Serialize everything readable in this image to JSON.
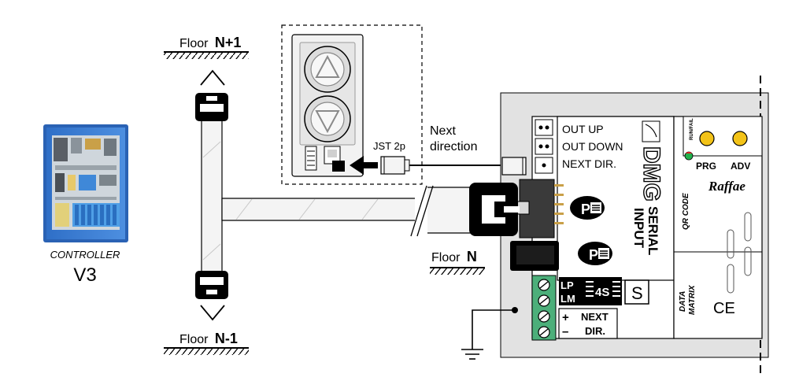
{
  "controller": {
    "caption": "CONTROLLER",
    "version": "V3"
  },
  "floors": {
    "upper_word": "Floor",
    "upper_level": "N+1",
    "middle_word": "Floor",
    "middle_level": "N",
    "lower_word": "Floor",
    "lower_level": "N-1"
  },
  "connector_label": "JST 2p",
  "next_direction": {
    "line1": "Next",
    "line2": "direction"
  },
  "board": {
    "outputs": [
      "OUT UP",
      "OUT DOWN",
      "NEXT DIR."
    ],
    "brand": "DMG",
    "serial_input": {
      "line1": "SERIAL",
      "line2": "INPUT"
    },
    "qr_code": "QR CODE",
    "data_matrix": {
      "line1": "DATA",
      "line2": "MATRIX"
    },
    "run_fail": "RUN/FAIL",
    "prg": "PRG",
    "adv": "ADV",
    "raffaello": "Raffae",
    "ce": "CE",
    "lp": "LP",
    "lm": "LM",
    "badge_4s": "4S",
    "s_box": "S",
    "terminal": {
      "plus": "+",
      "minus": "–",
      "next": "NEXT",
      "dir": "DIR."
    },
    "colors": {
      "panel": "#e2e2e2",
      "terminal_block": "#4caf7a",
      "led_yellow": "#f3c318",
      "led_red": "#e02020",
      "led_green": "#22b14c",
      "controller_blue": "#3a7fd5"
    }
  }
}
